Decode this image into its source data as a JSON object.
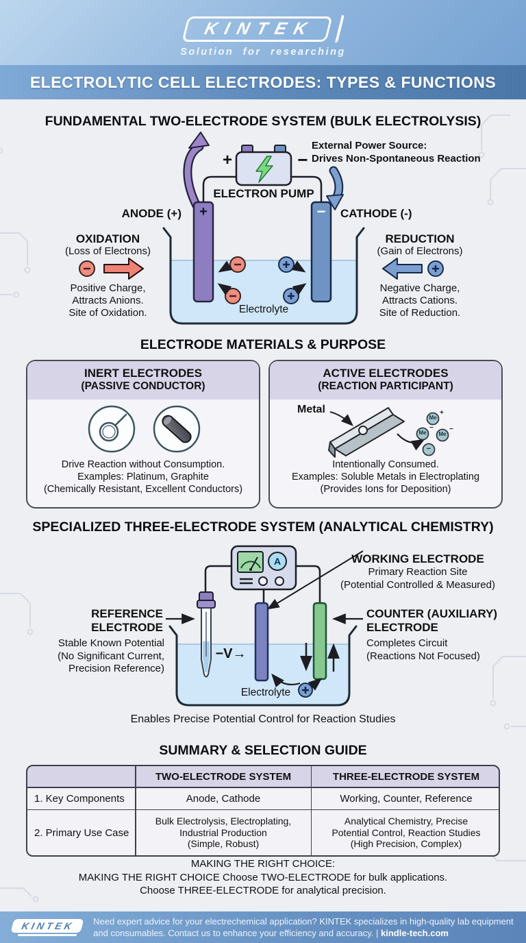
{
  "header": {
    "brand": "KINTEK",
    "tagline": "Solution for researching",
    "title": "ELECTROLYTIC CELL ELECTRODES: TYPES & FUNCTIONS"
  },
  "s1": {
    "heading": "FUNDAMENTAL TWO-ELECTRODE SYSTEM (BULK ELECTROLYSIS)",
    "power_note": "External Power Source:\nDrives Non-Spontaneous Reaction",
    "electron_pump": "ELECTRON PUMP",
    "anode": "ANODE (+)",
    "cathode": "CATHODE (-)",
    "battery_plus": "+",
    "battery_minus": "−",
    "anode_sign": "+",
    "cathode_sign": "−",
    "oxidation_title": "OXIDATION",
    "oxidation_sub": "(Loss of Electrons)",
    "oxidation_desc": "Positive Charge,\nAttracts Anions.\nSite of Oxidation.",
    "reduction_title": "REDUCTION",
    "reduction_sub": "(Gain of Electrons)",
    "reduction_desc": "Negative Charge,\nAttracts Cations.\nSite of Reduction.",
    "electrolyte": "Electrolyte"
  },
  "s2": {
    "heading": "ELECTRODE MATERIALS & PURPOSE",
    "inert_title": "INERT ELECTRODES",
    "inert_sub": "(PASSIVE CONDUCTOR)",
    "inert_desc": "Drive Reaction without Consumption.\nExamples: Platinum, Graphite\n(Chemically Resistant, Excellent Conductors)",
    "active_title": "ACTIVE ELECTRODES",
    "active_sub": "(REACTION PARTICIPANT)",
    "metal_label": "Metal",
    "active_desc": "Intentionally Consumed.\nExamples: Soluble Metals in Electroplating\n(Provides Ions for Deposition)",
    "ions": {
      "i1": "Me",
      "i1s": "+",
      "i2": "Me",
      "i2s": "−",
      "i3": "Me",
      "i3s": "−",
      "i4": "−"
    }
  },
  "s3": {
    "heading": "SPECIALIZED THREE-ELECTRODE SYSTEM (ANALYTICAL CHEMISTRY)",
    "working_title": "WORKING ELECTRODE",
    "working_desc": "Primary Reaction Site\n(Potential Controlled & Measured)",
    "reference_title": "REFERENCE\nELECTRODE",
    "reference_desc": "Stable Known Potential\n(No Significant Current,\nPrecision Reference)",
    "counter_title": "COUNTER (AUXILIARY)\nELECTRODE",
    "counter_desc": "Completes Circuit\n(Reactions Not Focused)",
    "ammeter": "A",
    "v_label": "−V→",
    "electrolyte": "Electrolyte",
    "caption": "Enables Precise Potential Control for Reaction Studies"
  },
  "s4": {
    "heading": "SUMMARY & SELECTION GUIDE",
    "col_two": "TWO-ELECTRODE SYSTEM",
    "col_three": "THREE-ELECTRODE SYSTEM",
    "rows": [
      {
        "label": "1. Key Components",
        "two": "Anode, Cathode",
        "three": "Working, Counter, Reference"
      },
      {
        "label": "2. Primary Use Case",
        "two": "Bulk Electrolysis, Electroplating,\nIndustrial Production\n(Simple, Robust)",
        "three": "Analytical Chemistry, Precise\nPotential Control, Reaction Studies\n(High Precision, Complex)"
      }
    ],
    "choice1": "MAKING THE RIGHT CHOICE:",
    "choice2": "MAKING THE RIGHT CHOICE Choose TWO-ELECTRODE for bulk applications.",
    "choice3": "Choose THREE-ELECTRODE for analytical precision."
  },
  "footer": {
    "brand": "KINTEK",
    "text": "Need expert advice for your electrechemical application? KINTEK specializes in high-quality lab equipment and consumables. Contact us to enhance your efficiency and accuracy. | ",
    "site": "kindle-tech.com"
  },
  "colors": {
    "banner_blue": "#4a76a8",
    "lavender": "#d8d4e8",
    "anode_purple": "#8d7ec2",
    "cathode_blue": "#6f94c4",
    "counter_green": "#86c890",
    "anion_red": "#ee8d80",
    "water_blue": "#cfe7f8",
    "bolt_green": "#7cd881"
  }
}
